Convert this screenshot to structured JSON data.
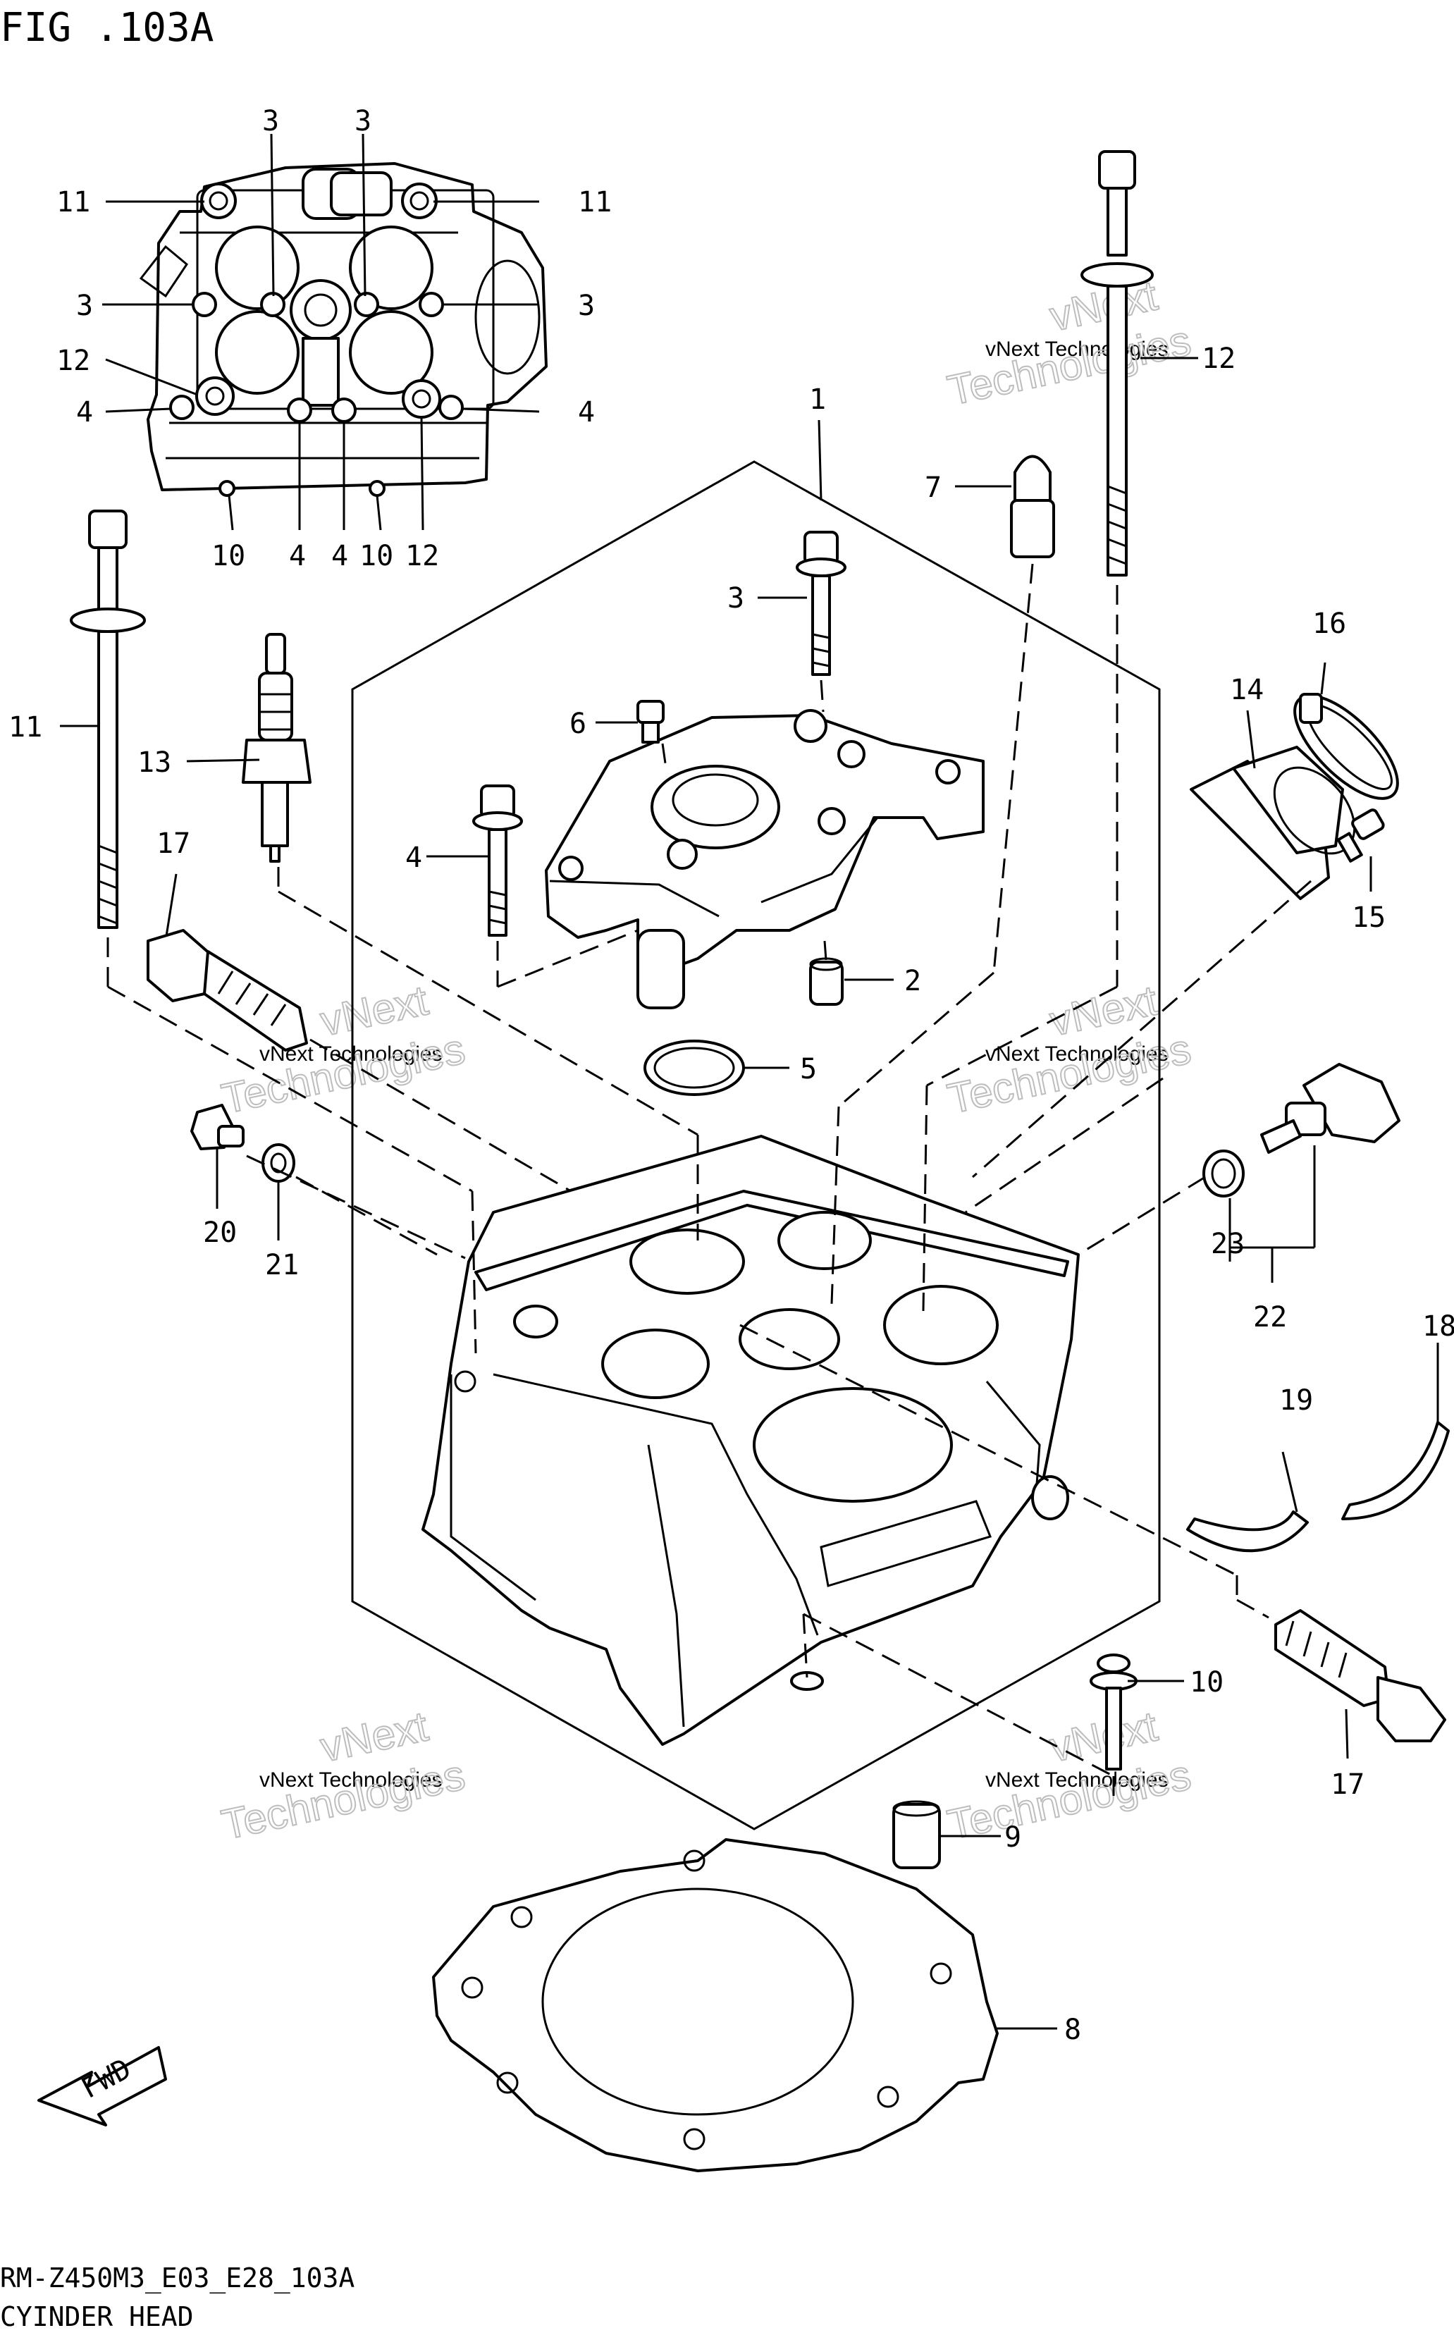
{
  "figure": {
    "title": "FIG .103A",
    "model_code": "RM-Z450M3_E03_E28_103A",
    "section_name": "CYINDER HEAD",
    "fwd_label": "FWD"
  },
  "watermark": {
    "small": "vNext Technologies",
    "large_line1": "vNext",
    "large_line2": "Technologies"
  },
  "callouts": {
    "c1": "1",
    "c2": "2",
    "c3a": "3",
    "c3b": "3",
    "c3c": "3",
    "c3d": "3",
    "c3e": "3",
    "c4a": "4",
    "c4b": "4",
    "c4c": "4",
    "c4d": "4",
    "c4e": "4",
    "c5": "5",
    "c6": "6",
    "c7": "7",
    "c8": "8",
    "c9": "9",
    "c10a": "10",
    "c10b": "10",
    "c10c": "10",
    "c11a": "11",
    "c11b": "11",
    "c11c": "11",
    "c12a": "12",
    "c12b": "12",
    "c12c": "12",
    "c13": "13",
    "c14": "14",
    "c15": "15",
    "c16": "16",
    "c17a": "17",
    "c17b": "17",
    "c18": "18",
    "c19": "19",
    "c20": "20",
    "c21": "21",
    "c22": "22",
    "c23": "23"
  }
}
